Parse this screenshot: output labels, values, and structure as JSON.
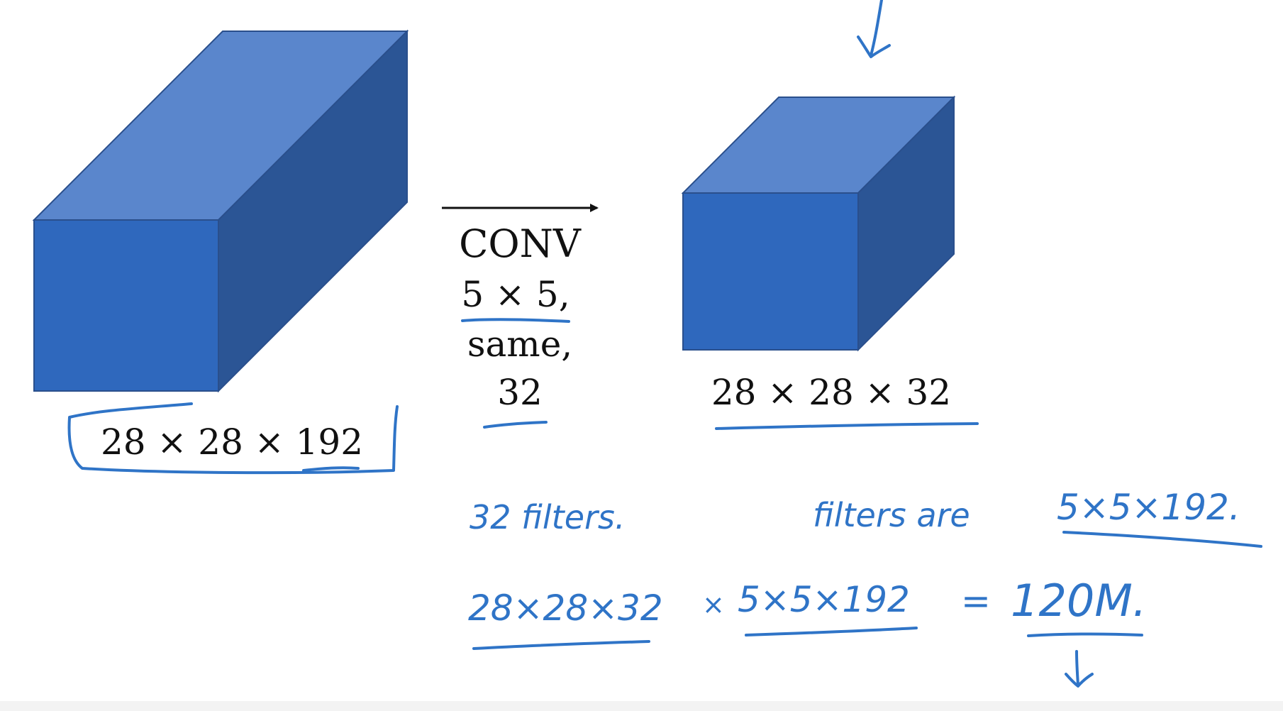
{
  "colors": {
    "box_front": "#2f68bd",
    "box_top": "#5a86cc",
    "box_side": "#2b5595",
    "box_edge": "#2a4f8c",
    "ink": "#2f74c7",
    "text": "#111111"
  },
  "input_volume": {
    "dims": "28 × 28 × 192"
  },
  "operation": {
    "name": "CONV",
    "filter": "5 × 5,",
    "padding": "same,",
    "count": "32"
  },
  "output_volume": {
    "dims": "28 × 28 × 32"
  },
  "annotations": {
    "filters_count": "32 filters.",
    "filters_are": "filters are",
    "filter_shape": "5×5×192.",
    "calc_left": "28×28×32",
    "calc_times": "×",
    "calc_right": "5×5×192",
    "calc_equals": "=",
    "calc_result": "120M."
  }
}
